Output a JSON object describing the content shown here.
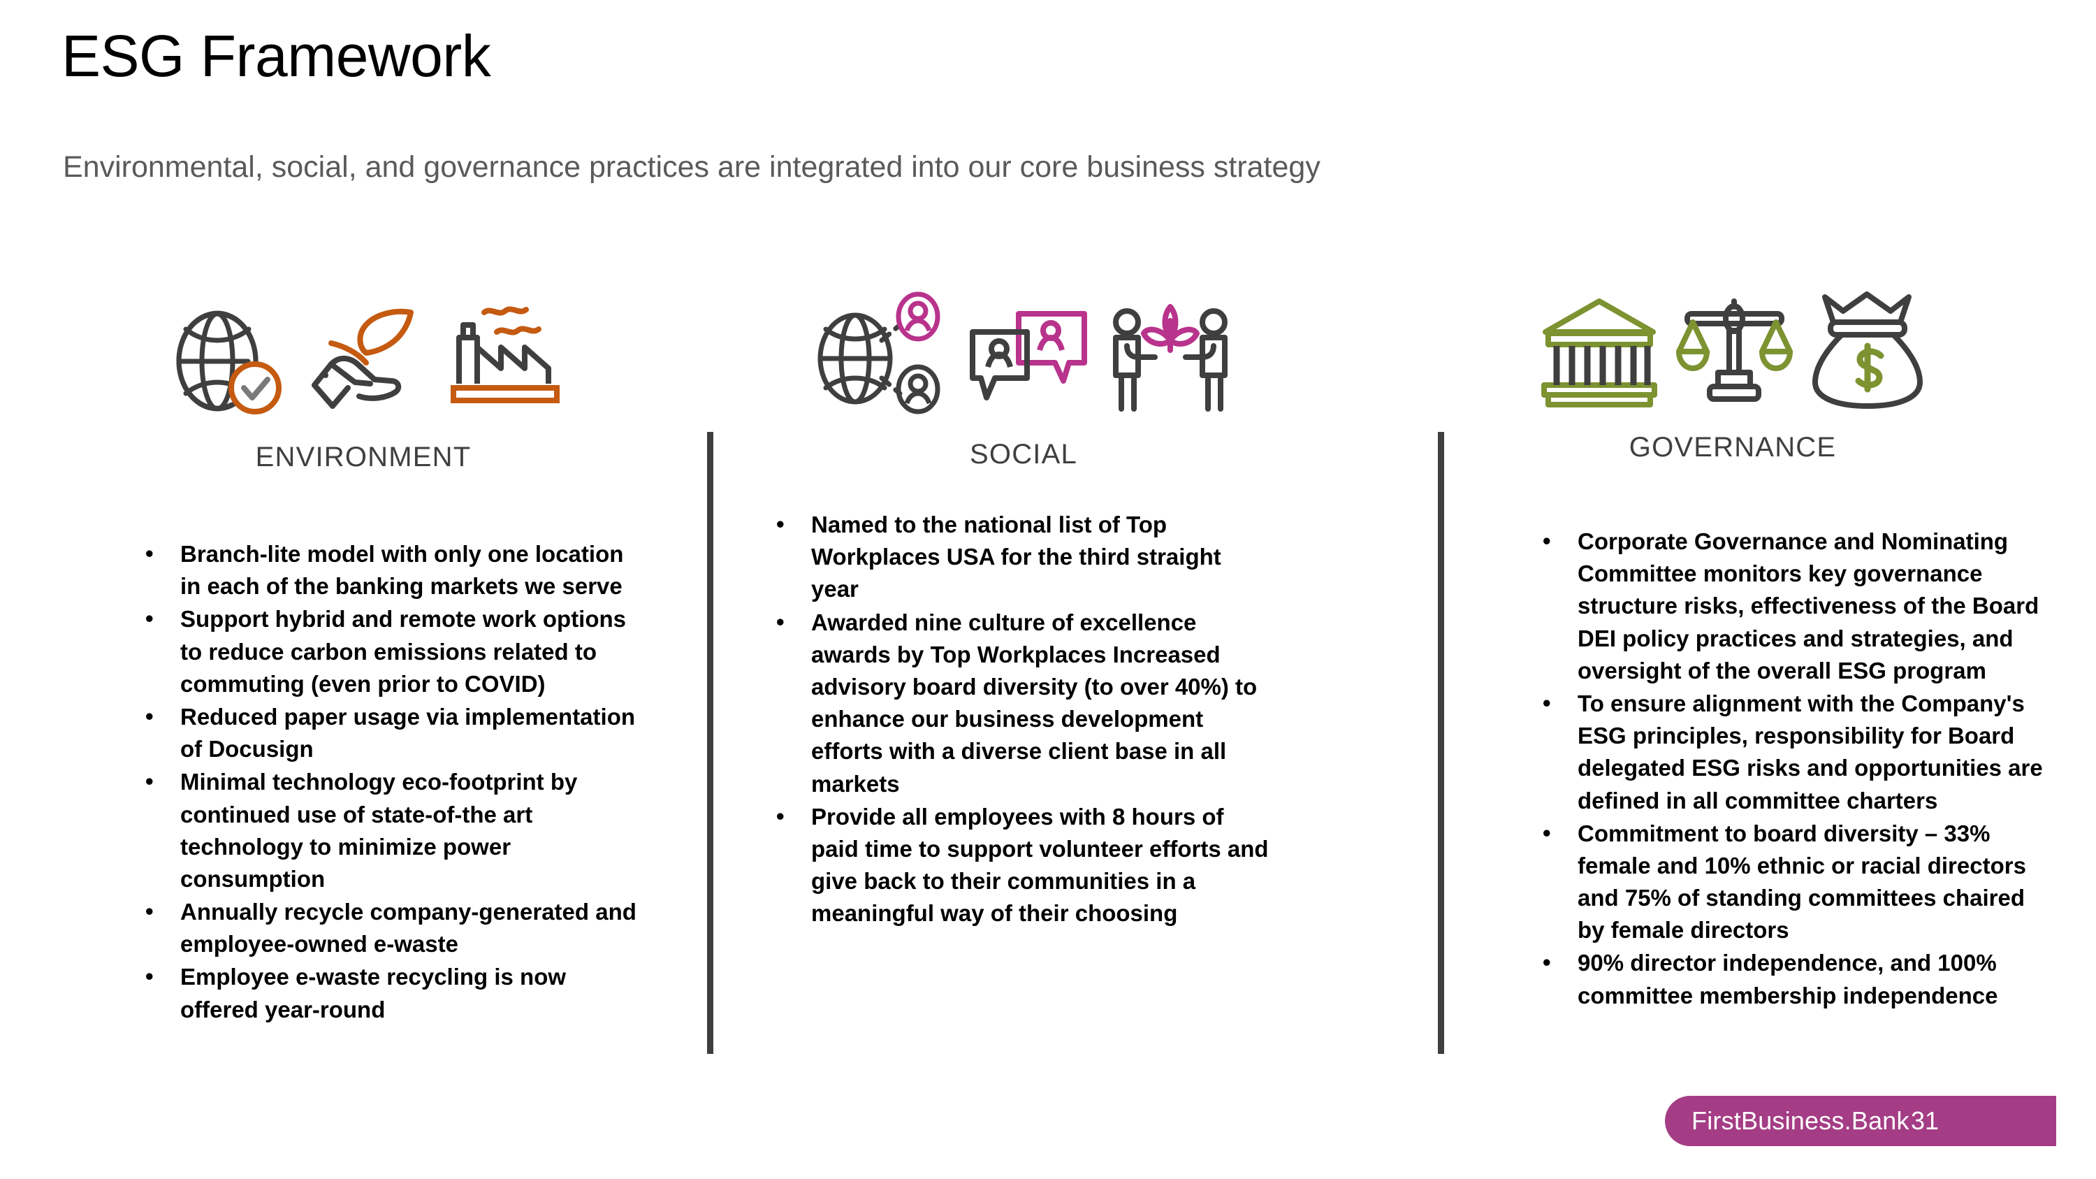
{
  "slide": {
    "title": "ESG Framework",
    "subtitle": "Environmental, social, and governance practices are integrated into our core business strategy"
  },
  "colors": {
    "environment_accent": "#C55A11",
    "social_accent": "#B8338C",
    "governance_accent": "#7D9230",
    "icon_dark": "#3F3F3F",
    "divider": "#3F3F3F",
    "footer_badge": "#A43D85",
    "title_text": "#000000",
    "subtitle_text": "#5A5A5A"
  },
  "columns": [
    {
      "id": "environment",
      "heading": "ENVIRONMENT",
      "icons": [
        "globe-check-icon",
        "hand-leaf-icon",
        "factory-emissions-icon"
      ],
      "bullets": [
        "Branch-lite model with only one location in each of the banking markets we serve",
        "Support hybrid and remote work options to reduce carbon emissions related to commuting (even prior to COVID)",
        "Reduced paper usage via implementation of Docusign",
        "Minimal technology eco-footprint by continued use of state-of-the art technology to minimize power consumption",
        "Annually recycle company-generated and employee-owned e-waste",
        "Employee e-waste recycling is now offered year-round"
      ]
    },
    {
      "id": "social",
      "heading": "SOCIAL",
      "icons": [
        "globe-network-people-icon",
        "speech-bubbles-people-icon",
        "two-people-plant-icon"
      ],
      "bullets": [
        "Named to the national list of Top Workplaces USA for the third straight year",
        "Awarded nine culture of excellence awards by Top Workplaces Increased advisory board diversity (to over 40%) to enhance our business development efforts with a diverse client base in all markets",
        "Provide all employees with 8 hours of paid time to support volunteer efforts and give back to their communities in a meaningful way of their choosing"
      ]
    },
    {
      "id": "governance",
      "heading": "GOVERNANCE",
      "icons": [
        "courthouse-icon",
        "balance-scale-icon",
        "money-bag-crown-icon"
      ],
      "bullets": [
        "Corporate Governance and Nominating Committee monitors key governance structure risks, effectiveness of the Board DEI policy practices and strategies, and oversight of the overall ESG program",
        "To ensure alignment with the Company's ESG principles, responsibility for Board delegated ESG risks and opportunities are defined in all committee charters",
        "Commitment to board diversity – 33% female and 10% ethnic or racial directors and 75% of standing committees chaired by female directors",
        "90% director independence, and 100% committee membership independence"
      ]
    }
  ],
  "footer": {
    "brand": "FirstBusiness.Bank",
    "page_number": "31"
  }
}
